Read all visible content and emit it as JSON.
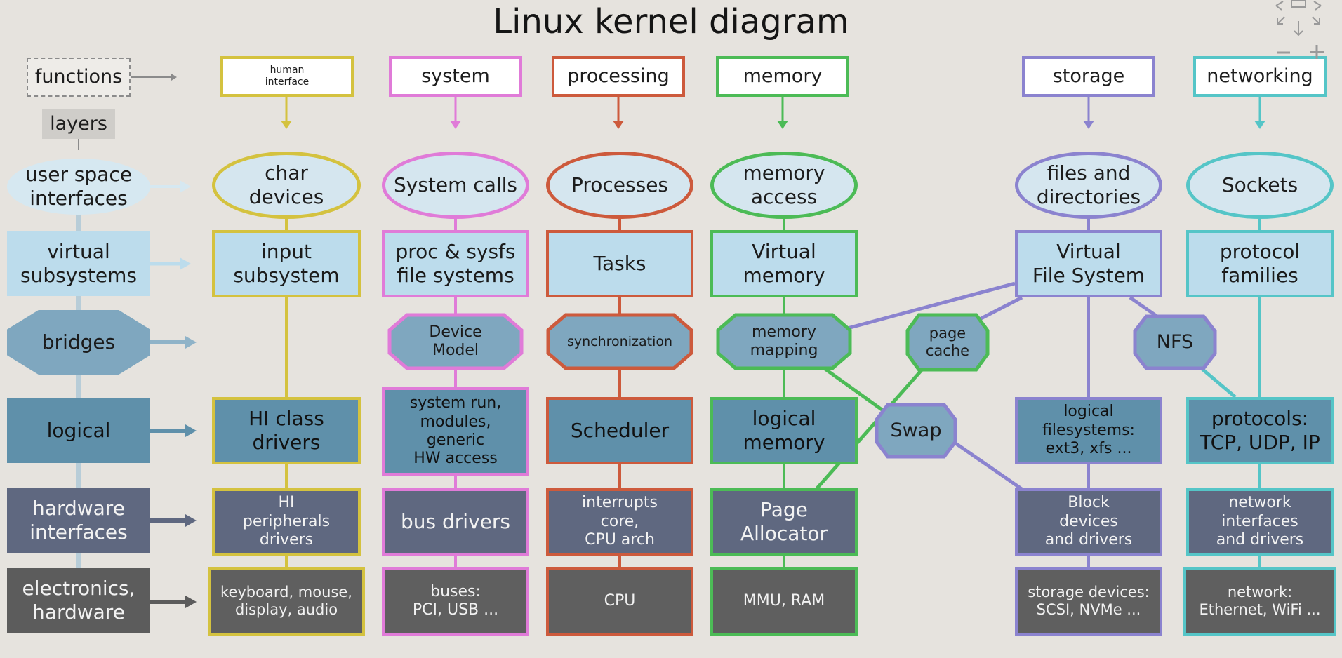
{
  "title": "Linux kernel diagram",
  "legend": {
    "functions": "functions",
    "layers": "layers"
  },
  "layers": {
    "user_space": "user space\ninterfaces",
    "virtual": "virtual\nsubsystems",
    "bridges": "bridges",
    "logical": "logical",
    "hardware_interfaces": "hardware\ninterfaces",
    "electronics": "electronics,\nhardware"
  },
  "columns": {
    "hi": {
      "header": "human\ninterface",
      "user_space": "char\ndevices",
      "virtual": "input\nsubsystem",
      "logical": "HI class\ndrivers",
      "hardware": "HI\nperipherals\ndrivers",
      "electronics": "keyboard, mouse,\ndisplay, audio"
    },
    "system": {
      "header": "system",
      "user_space": "System calls",
      "virtual": "proc & sysfs\nfile systems",
      "bridge": "Device\nModel",
      "logical": "system run,\nmodules,\ngeneric\nHW access",
      "hardware": "bus drivers",
      "electronics": "buses:\nPCI, USB ..."
    },
    "processing": {
      "header": "processing",
      "user_space": "Processes",
      "virtual": "Tasks",
      "bridge": "synchronization",
      "logical": "Scheduler",
      "hardware": "interrupts\ncore,\nCPU arch",
      "electronics": "CPU"
    },
    "memory": {
      "header": "memory",
      "user_space": "memory\naccess",
      "virtual": "Virtual\nmemory",
      "bridge": "memory\nmapping",
      "logical": "logical\nmemory",
      "hardware": "Page\nAllocator",
      "electronics": "MMU, RAM"
    },
    "shared": {
      "page_cache": "page\ncache",
      "swap": "Swap"
    },
    "storage": {
      "header": "storage",
      "user_space": "files and\ndirectories",
      "virtual": "Virtual\nFile System",
      "bridge": "NFS",
      "logical": "logical\nfilesystems:\next3, xfs ...",
      "hardware": "Block\ndevices\nand drivers",
      "electronics": "storage devices:\nSCSI, NVMe ..."
    },
    "networking": {
      "header": "networking",
      "user_space": "Sockets",
      "virtual": "protocol\nfamilies",
      "logical": "protocols:\nTCP, UDP, IP",
      "hardware": "network\ninterfaces\nand drivers",
      "electronics": "network:\nEthernet, WiFi ..."
    }
  },
  "colors": {
    "hi": "#d4c23f",
    "system": "#e07bd8",
    "processing": "#cd5a3c",
    "memory": "#4cbb56",
    "storage": "#8b83cf",
    "networking": "#55c5c7"
  },
  "icons": {
    "zoom_out": "minus-icon",
    "zoom_in": "plus-icon",
    "pan": "pan-arrows-icon"
  }
}
